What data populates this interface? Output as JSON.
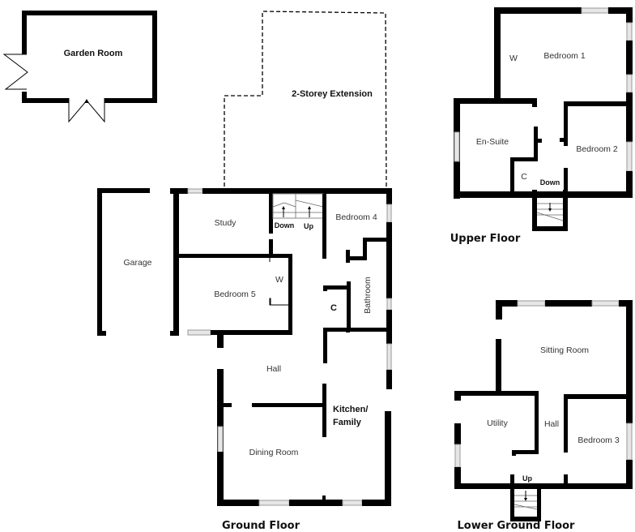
{
  "colors": {
    "wall": "#000000",
    "window": "#e6e6e6",
    "background": "#ffffff",
    "label": "#333333"
  },
  "garden_room": {
    "label": "Garden Room"
  },
  "extension": {
    "label": "2-Storey Extension"
  },
  "ground_floor": {
    "title": "Ground Floor",
    "rooms": {
      "garage": "Garage",
      "study": "Study",
      "bedroom5": "Bedroom 5",
      "wardrobe": "W",
      "bedroom4": "Bedroom 4",
      "bathroom": "Bathroom",
      "cupboard": "C",
      "hall": "Hall",
      "kitchen_line1": "Kitchen/",
      "kitchen_line2": "Family",
      "dining": "Dining Room"
    },
    "stairs": {
      "down": "Down",
      "up": "Up"
    }
  },
  "upper_floor": {
    "title": "Upper Floor",
    "rooms": {
      "bedroom1": "Bedroom 1",
      "wardrobe": "W",
      "ensuite": "En-Suite",
      "bedroom2": "Bedroom 2",
      "cupboard": "C"
    },
    "stairs": {
      "down": "Down"
    }
  },
  "lower_ground_floor": {
    "title": "Lower Ground Floor",
    "rooms": {
      "sitting": "Sitting Room",
      "utility": "Utility",
      "hall": "Hall",
      "bedroom3": "Bedroom 3"
    },
    "stairs": {
      "up": "Up"
    }
  }
}
